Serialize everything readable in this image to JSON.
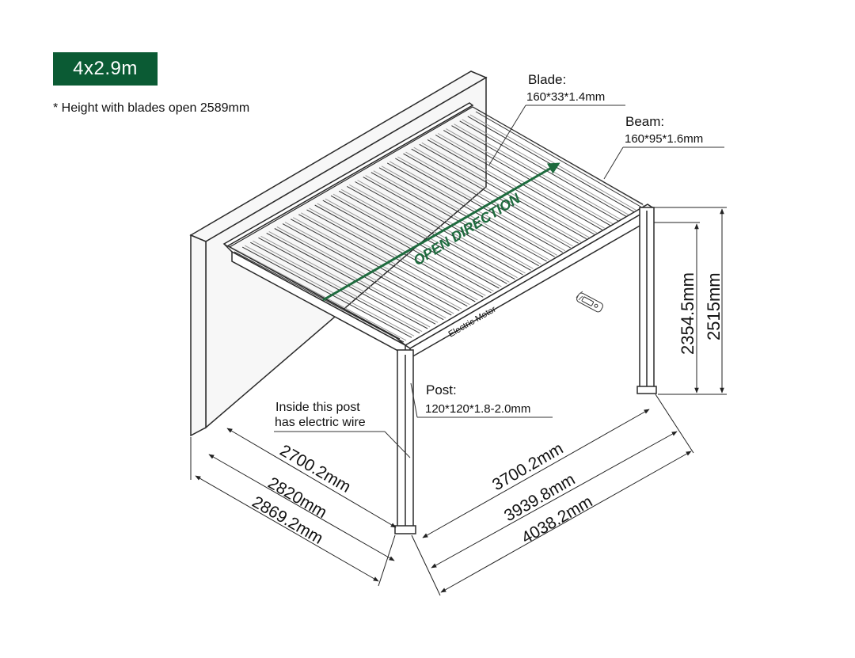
{
  "model_badge": "4x2.9m",
  "height_note": "* Height with blades open 2589mm",
  "labels": {
    "blade_title": "Blade:",
    "blade_spec": "160*33*1.4mm",
    "beam_title": "Beam:",
    "beam_spec": "160*95*1.6mm",
    "post_title": "Post:",
    "post_spec": "120*120*1.8-2.0mm",
    "wire_line1": "Inside this post",
    "wire_line2": "has electric wire",
    "open_direction": "OPEN DIRECTION",
    "motor": "Electric Motor"
  },
  "dimensions": {
    "height_inner": "2354.5mm",
    "height_outer": "2515mm",
    "depth_1": "2700.2mm",
    "depth_2": "2820mm",
    "depth_3": "2869.2mm",
    "width_1": "3700.2mm",
    "width_2": "3939.8mm",
    "width_3": "4038.2mm"
  },
  "colors": {
    "brand_green": "#0b5b34",
    "arrow_green": "#1e6b3e",
    "line": "#2a2a2a",
    "wall_fill": "#f7f7f7"
  }
}
